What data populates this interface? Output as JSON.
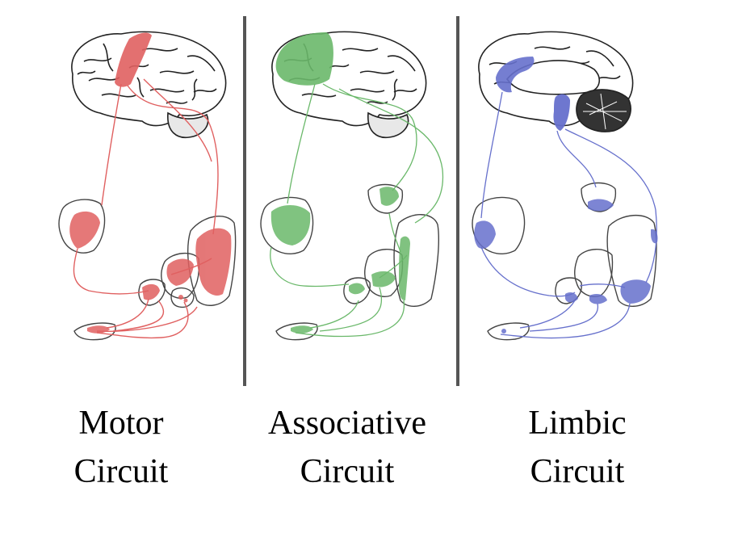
{
  "colors": {
    "motor": "#e06060",
    "associative": "#6ab86a",
    "limbic": "#6670cc",
    "outline": "#333333",
    "divider": "#555555"
  },
  "panels": [
    {
      "id": "motor",
      "line1": "Motor",
      "line2": "Circuit"
    },
    {
      "id": "associative",
      "line1": "Associative",
      "line2": "Circuit"
    },
    {
      "id": "limbic",
      "line1": "Limbic",
      "line2": "Circuit"
    }
  ]
}
